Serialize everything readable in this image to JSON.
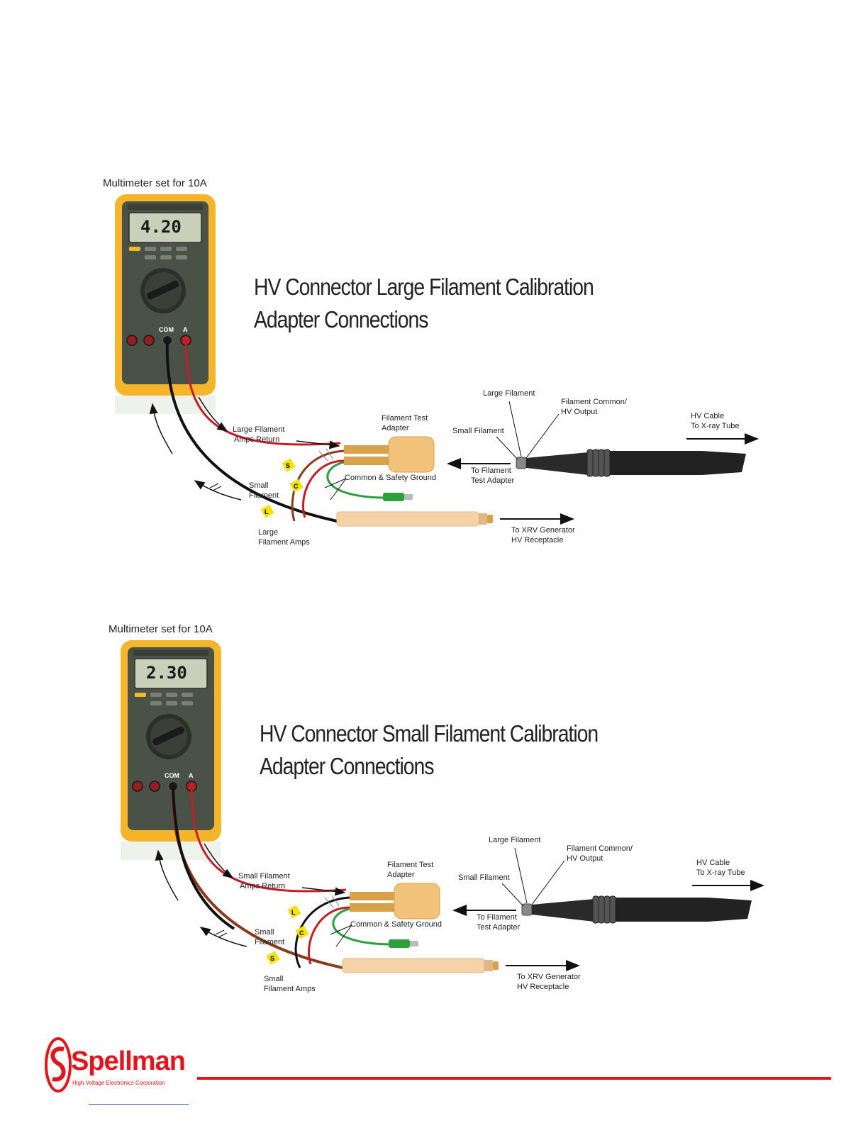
{
  "diagrams": [
    {
      "meter_caption": "Multimeter set for 10A",
      "meter_reading": "4.20",
      "jack_com": "COM",
      "jack_a": "A",
      "title_line1": "HV Connector  Large Filament  Calibration",
      "title_line2": "Adapter Connections",
      "labels": {
        "return_line1": "Large Filament",
        "return_line2": "Amps Return",
        "adapter_line1": "Filament Test",
        "adapter_line2": "Adapter",
        "common_ground": "Common & Safety Ground",
        "small_filament_line1": "Small",
        "small_filament_line2": "Filament",
        "amps_line1": "Large",
        "amps_line2": "Filament Amps",
        "generator_line1": "To XRV Generator",
        "generator_line2": "HV Receptacle",
        "large_filament": "Large Filament",
        "common_hv_line1": "Filament Common/",
        "common_hv_line2": "HV Output",
        "small_filament": "Small Filament",
        "to_adapter_line1": "To Filament",
        "to_adapter_line2": "Test Adapter",
        "hv_cable_line1": "HV Cable",
        "hv_cable_line2": "To X-ray Tube"
      },
      "tags": {
        "top": "S",
        "middle": "C",
        "bottom": "L"
      }
    },
    {
      "meter_caption": "Multimeter set for 10A",
      "meter_reading": "2.30",
      "jack_com": "COM",
      "jack_a": "A",
      "title_line1": "HV Connector  Small Filament  Calibration",
      "title_line2": "Adapter Connections",
      "labels": {
        "return_line1": "Small Filament",
        "return_line2": "Amps Return",
        "adapter_line1": "Filament Test",
        "adapter_line2": "Adapter",
        "common_ground": "Common & Safety Ground",
        "small_filament_line1": "Small",
        "small_filament_line2": "Filament",
        "amps_line1": "Small",
        "amps_line2": "Filament Amps",
        "generator_line1": "To XRV Generator",
        "generator_line2": "HV Receptacle",
        "large_filament": "Large Filament",
        "common_hv_line1": "Filament Common/",
        "common_hv_line2": "HV Output",
        "small_filament": "Small Filament",
        "to_adapter_line1": "To Filament",
        "to_adapter_line2": "Test Adapter",
        "hv_cable_line1": "HV Cable",
        "hv_cable_line2": "To X-ray Tube"
      },
      "tags": {
        "top": "L",
        "middle": "C",
        "bottom": "S"
      }
    }
  ],
  "footer": {
    "logo_text": "Spellman",
    "logo_tagline": "High Voltage Electronics Corporation"
  },
  "colors": {
    "brand_red": "#e4141b",
    "meter_yellow": "#f5b52a",
    "wire_red": "#c41e24",
    "wire_brown": "#8a3a1c",
    "wire_green": "#2e9e3e",
    "adapter_tan": "#f2c27a"
  }
}
